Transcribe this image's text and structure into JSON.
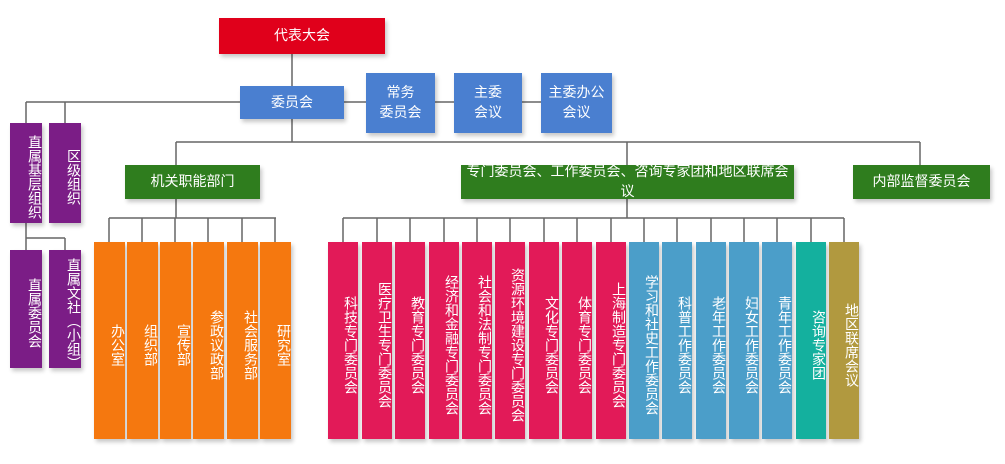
{
  "colors": {
    "red": "#e0001b",
    "blue": "#4a7fd0",
    "green": "#2f7d1e",
    "purple": "#7b1d86",
    "orange": "#f5780f",
    "pink": "#e21a58",
    "steel": "#4b9ec9",
    "teal": "#14b09e",
    "olive": "#b1993f",
    "line": "#666666"
  },
  "top": {
    "congress": "代表大会"
  },
  "row2": {
    "committee": "委员会",
    "standing": "常务\n委员会",
    "chair_meeting": "主委\n会议",
    "chair_office": "主委办公\n会议"
  },
  "left": {
    "direct_grassroots": "直属基层组织",
    "district_org": "区级组织",
    "direct_committee": "直属委员会",
    "direct_culture": "直属文社（小组）"
  },
  "groups": {
    "organs": "机关职能部门",
    "special": "专门委员会、工作委员会、咨询专家团和地区联席会议",
    "supervision": "内部监督委员会"
  },
  "departments": [
    "办公室",
    "组织部",
    "宣传部",
    "参政议政部",
    "社会服务部",
    "研究室"
  ],
  "committees": [
    {
      "label": "科技专门委员会",
      "color": "pink"
    },
    {
      "label": "医疗卫生专门委员会",
      "color": "pink"
    },
    {
      "label": "教育专门委员会",
      "color": "pink"
    },
    {
      "label": "经济和金融专门委员会",
      "color": "pink"
    },
    {
      "label": "社会和法制专门委员会",
      "color": "pink"
    },
    {
      "label": "资源环境建设专门委员会",
      "color": "pink"
    },
    {
      "label": "文化专门委员会",
      "color": "pink"
    },
    {
      "label": "体育专门委员会",
      "color": "pink"
    },
    {
      "label": "上海制造专门委员会",
      "color": "pink"
    },
    {
      "label": "学习和社史工作委员会",
      "color": "steel"
    },
    {
      "label": "科普工作委员会",
      "color": "steel"
    },
    {
      "label": "老年工作委员会",
      "color": "steel"
    },
    {
      "label": "妇女工作委员会",
      "color": "steel"
    },
    {
      "label": "青年工作委员会",
      "color": "steel"
    },
    {
      "label": "咨询专家团",
      "color": "teal"
    },
    {
      "label": "地区联席会议",
      "color": "olive"
    }
  ]
}
